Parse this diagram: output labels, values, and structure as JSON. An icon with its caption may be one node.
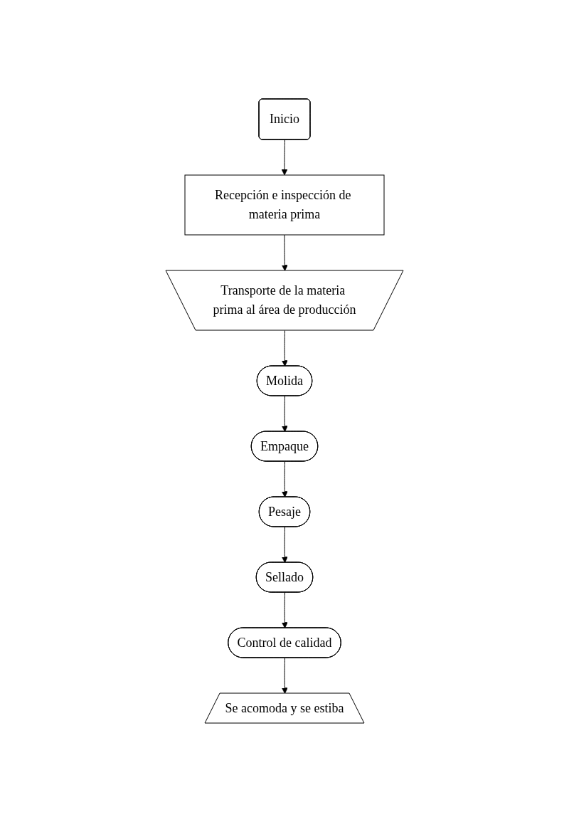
{
  "diagram": {
    "nodes": [
      {
        "text": [
          "Inicio"
        ]
      },
      {
        "text": [
          "Recepción e inspección de materia prima"
        ]
      },
      {
        "text": [
          "Transporte de la materia prima al área de producción"
        ]
      },
      {
        "text": [
          "Molida"
        ]
      },
      {
        "text": [
          "Empaque"
        ]
      },
      {
        "text": [
          "Pesaje"
        ]
      },
      {
        "text": [
          "Sellado"
        ]
      },
      {
        "text": [
          "Control de calidad"
        ]
      },
      {
        "text": [
          "Se acomoda y se estiba"
        ]
      }
    ],
    "edges": [
      {
        "from": 0,
        "to": 1,
        "arrow": "to"
      },
      {
        "from": 1,
        "to": 2,
        "arrow": "to"
      },
      {
        "from": 2,
        "to": 3,
        "arrow": "to"
      },
      {
        "from": 3,
        "to": 4,
        "arrow": "to"
      },
      {
        "from": 4,
        "to": 5,
        "arrow": "to"
      },
      {
        "from": 5,
        "to": 6,
        "arrow": "to"
      },
      {
        "from": 6,
        "to": 7,
        "arrow": "to"
      },
      {
        "from": 7,
        "to": 8,
        "arrow": "to"
      }
    ]
  }
}
